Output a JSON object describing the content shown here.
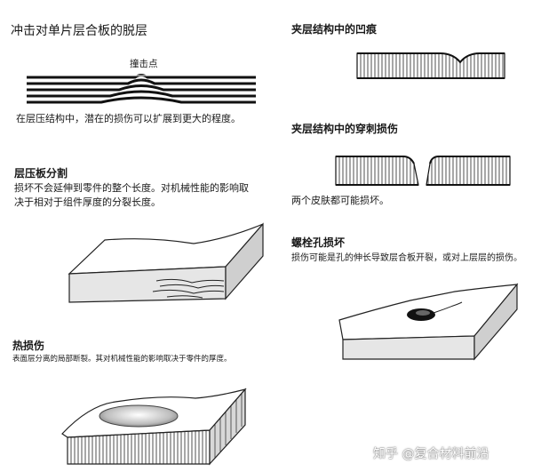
{
  "sections": {
    "impact": {
      "title": "冲击对单片层合板的脱层",
      "marker": "撞击点",
      "desc": "在层压结构中，潜在的损伤可以扩展到更大的程度。"
    },
    "dent": {
      "title": "夹层结构中的凹痕"
    },
    "puncture": {
      "title": "夹层结构中的穿刺损伤",
      "desc": "两个皮肤都可能损坏。"
    },
    "split": {
      "title": "层压板分割",
      "desc_line1": "损坏不会延伸到零件的整个长度。对机械性能的影响取",
      "desc_line2": "决于相对于组件厚度的分裂长度。"
    },
    "bolt": {
      "title": "螺栓孔损坏",
      "desc": "损伤可能是孔的伸长导致层合板开裂，或对上层层的损伤。"
    },
    "heat": {
      "title": "热损伤",
      "desc": "表面层分离的局部断裂。其对机械性能的影响取决于零件的厚度。"
    }
  },
  "watermark": "知乎 @复合材料前沿"
}
